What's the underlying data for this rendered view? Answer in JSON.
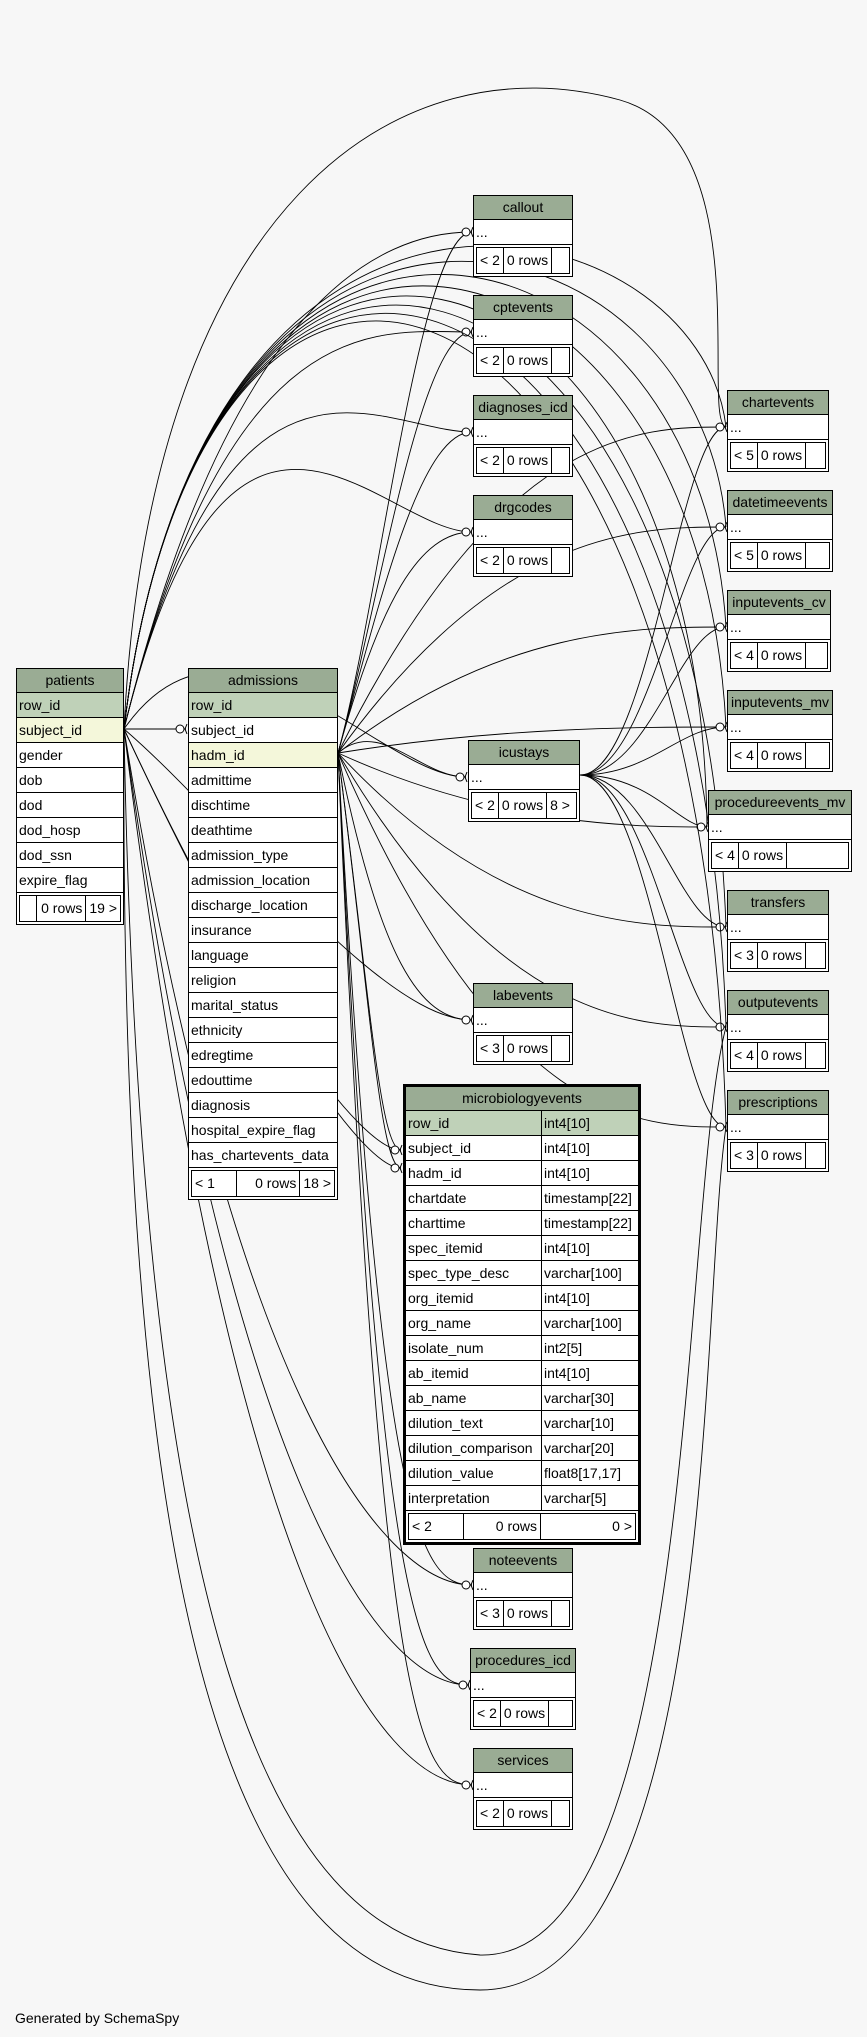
{
  "footer": "Generated by SchemaSpy",
  "tables": {
    "callout": {
      "name": "callout",
      "cols": [
        "..."
      ],
      "foot": [
        "< 2",
        "0 rows",
        ""
      ]
    },
    "cptevents": {
      "name": "cptevents",
      "cols": [
        "..."
      ],
      "foot": [
        "< 2",
        "0 rows",
        ""
      ]
    },
    "diagnoses_icd": {
      "name": "diagnoses_icd",
      "cols": [
        "..."
      ],
      "foot": [
        "< 2",
        "0 rows",
        ""
      ]
    },
    "drgcodes": {
      "name": "drgcodes",
      "cols": [
        "..."
      ],
      "foot": [
        "< 2",
        "0 rows",
        ""
      ]
    },
    "chartevents": {
      "name": "chartevents",
      "cols": [
        "..."
      ],
      "foot": [
        "< 5",
        "0 rows",
        ""
      ]
    },
    "datetimeevents": {
      "name": "datetimeevents",
      "cols": [
        "..."
      ],
      "foot": [
        "< 5",
        "0 rows",
        ""
      ]
    },
    "inputevents_cv": {
      "name": "inputevents_cv",
      "cols": [
        "..."
      ],
      "foot": [
        "< 4",
        "0 rows",
        ""
      ]
    },
    "inputevents_mv": {
      "name": "inputevents_mv",
      "cols": [
        "..."
      ],
      "foot": [
        "< 4",
        "0 rows",
        ""
      ]
    },
    "procedureevents_mv": {
      "name": "procedureevents_mv",
      "cols": [
        "..."
      ],
      "foot": [
        "< 4",
        "0 rows",
        ""
      ]
    },
    "transfers": {
      "name": "transfers",
      "cols": [
        "..."
      ],
      "foot": [
        "< 3",
        "0 rows",
        ""
      ]
    },
    "outputevents": {
      "name": "outputevents",
      "cols": [
        "..."
      ],
      "foot": [
        "< 4",
        "0 rows",
        ""
      ]
    },
    "prescriptions": {
      "name": "prescriptions",
      "cols": [
        "..."
      ],
      "foot": [
        "< 3",
        "0 rows",
        ""
      ]
    },
    "icustays": {
      "name": "icustays",
      "cols": [
        "..."
      ],
      "foot": [
        "< 2",
        "0 rows",
        "8 >"
      ]
    },
    "labevents": {
      "name": "labevents",
      "cols": [
        "..."
      ],
      "foot": [
        "< 3",
        "0 rows",
        ""
      ]
    },
    "noteevents": {
      "name": "noteevents",
      "cols": [
        "..."
      ],
      "foot": [
        "< 3",
        "0 rows",
        ""
      ]
    },
    "procedures_icd": {
      "name": "procedures_icd",
      "cols": [
        "..."
      ],
      "foot": [
        "< 2",
        "0 rows",
        ""
      ]
    },
    "services": {
      "name": "services",
      "cols": [
        "..."
      ],
      "foot": [
        "< 2",
        "0 rows",
        ""
      ]
    },
    "patients": {
      "name": "patients",
      "cols": [
        "row_id",
        "subject_id",
        "gender",
        "dob",
        "dod",
        "dod_hosp",
        "dod_ssn",
        "expire_flag"
      ],
      "foot": [
        "",
        "0 rows",
        "19 >"
      ]
    },
    "admissions": {
      "name": "admissions",
      "cols": [
        "row_id",
        "subject_id",
        "hadm_id",
        "admittime",
        "dischtime",
        "deathtime",
        "admission_type",
        "admission_location",
        "discharge_location",
        "insurance",
        "language",
        "religion",
        "marital_status",
        "ethnicity",
        "edregtime",
        "edouttime",
        "diagnosis",
        "hospital_expire_flag",
        "has_chartevents_data"
      ],
      "foot": [
        "< 1",
        "0 rows",
        "18 >"
      ]
    },
    "microbiologyevents": {
      "name": "microbiologyevents",
      "cols": [
        [
          "row_id",
          "int4[10]"
        ],
        [
          "subject_id",
          "int4[10]"
        ],
        [
          "hadm_id",
          "int4[10]"
        ],
        [
          "chartdate",
          "timestamp[22]"
        ],
        [
          "charttime",
          "timestamp[22]"
        ],
        [
          "spec_itemid",
          "int4[10]"
        ],
        [
          "spec_type_desc",
          "varchar[100]"
        ],
        [
          "org_itemid",
          "int4[10]"
        ],
        [
          "org_name",
          "varchar[100]"
        ],
        [
          "isolate_num",
          "int2[5]"
        ],
        [
          "ab_itemid",
          "int4[10]"
        ],
        [
          "ab_name",
          "varchar[30]"
        ],
        [
          "dilution_text",
          "varchar[10]"
        ],
        [
          "dilution_comparison",
          "varchar[20]"
        ],
        [
          "dilution_value",
          "float8[17,17]"
        ],
        [
          "interpretation",
          "varchar[5]"
        ]
      ],
      "foot": [
        "< 2",
        "0 rows",
        "0 >"
      ]
    }
  }
}
